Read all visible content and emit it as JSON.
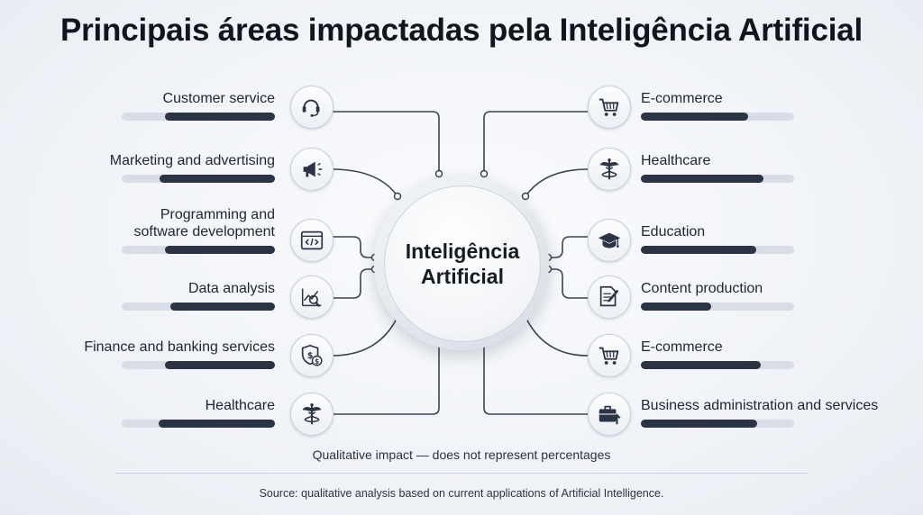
{
  "title": "Principais áreas impactadas pela Inteligência Artificial",
  "hub": {
    "line1": "Inteligência",
    "line2": "Artificial"
  },
  "left_areas": [
    {
      "label": "Customer service",
      "impact": 0.72,
      "icon": "headset-icon"
    },
    {
      "label": "Marketing and advertising",
      "impact": 0.75,
      "icon": "megaphone-icon"
    },
    {
      "label": "Programming and\nsoftware development",
      "impact": 0.72,
      "icon": "code-window-icon"
    },
    {
      "label": "Data analysis",
      "impact": 0.68,
      "icon": "chart-magnifier-icon"
    },
    {
      "label": "Finance and banking services",
      "impact": 0.72,
      "icon": "shield-dollar-icon"
    },
    {
      "label": "Healthcare",
      "impact": 0.76,
      "icon": "caduceus-icon"
    }
  ],
  "right_areas": [
    {
      "label": "E-commerce",
      "impact": 0.7,
      "icon": "shopping-cart-icon"
    },
    {
      "label": "Healthcare",
      "impact": 0.8,
      "icon": "caduceus-icon"
    },
    {
      "label": "Education",
      "impact": 0.75,
      "icon": "graduation-cap-icon"
    },
    {
      "label": "Content production",
      "impact": 0.46,
      "icon": "document-pen-icon"
    },
    {
      "label": "E-commerce",
      "impact": 0.78,
      "icon": "shopping-cart-icon"
    },
    {
      "label": "Business administration and services",
      "impact": 0.76,
      "icon": "briefcase-growth-icon"
    }
  ],
  "note": "Qualitative impact — does not represent percentages",
  "source": "Source: qualitative analysis based on current applications of Artificial Intelligence.",
  "colors": {
    "bar_fill": "#2a3444",
    "bar_track": "#d9dee6",
    "connector": "#3c4450"
  }
}
